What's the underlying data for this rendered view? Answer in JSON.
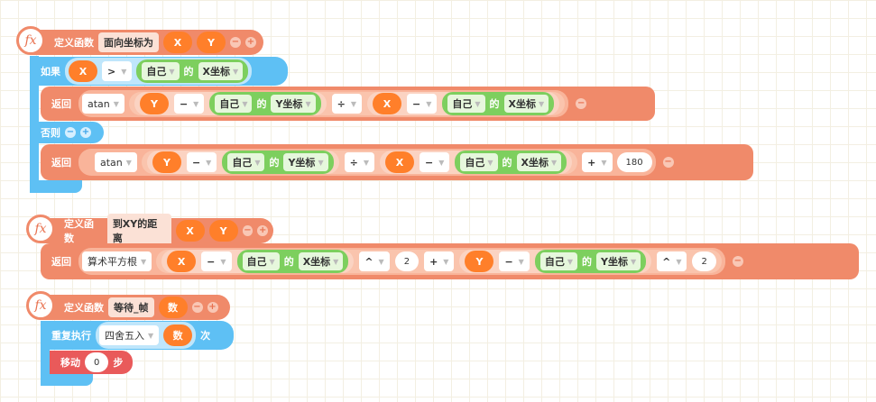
{
  "common": {
    "x": "X",
    "y": "Y",
    "self": "自己",
    "de": "的",
    "x_coord": "X坐标",
    "y_coord": "Y坐标",
    "minus_op": "−",
    "divide_op": "÷",
    "plus_op": "+",
    "power_op": "^",
    "gt_op": ">",
    "atan": "atan",
    "minus_ctl": "−",
    "plus_ctl": "+"
  },
  "func1": {
    "keyword": "定义函数",
    "name": "面向坐标为",
    "params": [
      "X",
      "Y"
    ],
    "if_label": "如果",
    "return_label": "返回",
    "else_label": "否则",
    "num": "180",
    "fx": "fx"
  },
  "func2": {
    "keyword": "定义函数",
    "name": "到XY的距离",
    "params": [
      "X",
      "Y"
    ],
    "return_label": "返回",
    "sqrt": "算术平方根",
    "exp": "2",
    "fx": "fx"
  },
  "func3": {
    "keyword": "定义函数",
    "name": "等待_帧",
    "param": "数",
    "repeat_label": "重复执行",
    "round": "四舍五入",
    "arg": "数",
    "times": "次",
    "move_label": "移动",
    "move_value": "0",
    "steps": "步",
    "fx": "fx"
  },
  "colors": {
    "function": "#f08a6a",
    "control": "#5ec0f4",
    "sensing": "#7dcf5e",
    "variable": "#ff7f2a",
    "motion": "#e95a5a"
  }
}
